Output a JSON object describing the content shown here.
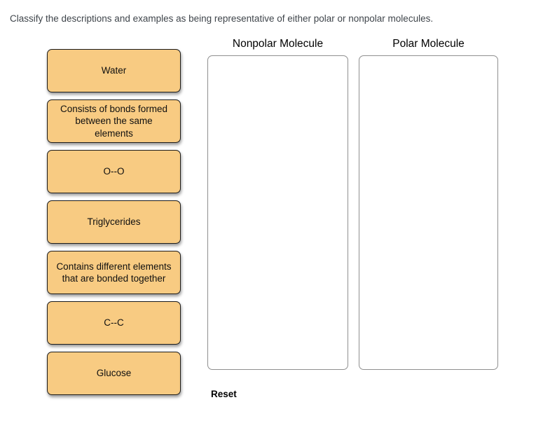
{
  "instruction": "Classify the descriptions and examples as being representative of either polar or nonpolar molecules.",
  "cards": [
    {
      "label": "Water"
    },
    {
      "label": "Consists of bonds formed between the same elements"
    },
    {
      "label": "O--O"
    },
    {
      "label": "Triglycerides"
    },
    {
      "label": "Contains different elements that are bonded together"
    },
    {
      "label": "C--C"
    },
    {
      "label": "Glucose"
    }
  ],
  "bins": [
    {
      "label": "Nonpolar Molecule"
    },
    {
      "label": "Polar Molecule"
    }
  ],
  "reset_label": "Reset",
  "colors": {
    "card_bg": "#F8CB82",
    "card_border": "#1C1C1C",
    "bin_border": "#8F8F8F",
    "instruction_text": "#3F454B",
    "text": "#101010"
  }
}
